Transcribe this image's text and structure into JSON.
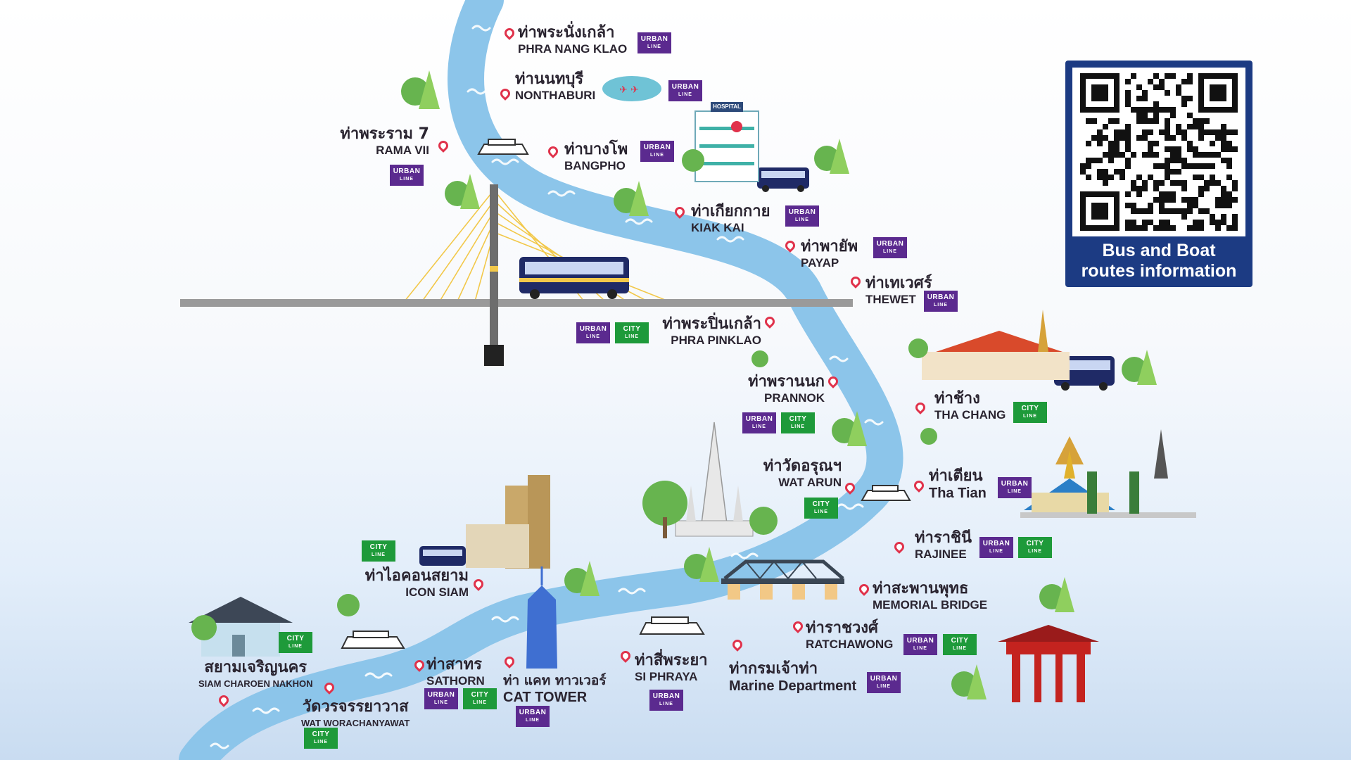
{
  "colors": {
    "river": "#8cc5ea",
    "urban_line": "#5b2a8f",
    "city_line": "#1e9a3a",
    "pin": "#e0324b",
    "qr_card": "#1c3b83",
    "road": "#9a9a9a"
  },
  "badges": {
    "urban": {
      "line1": "URBAN",
      "line2": "LINE"
    },
    "city": {
      "line1": "CITY",
      "line2": "LINE"
    }
  },
  "qr": {
    "caption_line1": "Bus and Boat",
    "caption_line2": "routes information"
  },
  "stops": {
    "phra_nang_klao": {
      "th": "ท่าพระนั่งเกล้า",
      "en": "PHRA NANG KLAO",
      "lines": [
        "urban"
      ]
    },
    "nonthaburi": {
      "th": "ท่านนทบุรี",
      "en": "NONTHABURI",
      "lines": [
        "urban"
      ]
    },
    "rama_vii": {
      "th": "ท่าพระราม 7",
      "en": "RAMA VII",
      "lines": [
        "urban"
      ]
    },
    "bangpho": {
      "th": "ท่าบางโพ",
      "en": "BANGPHO",
      "lines": [
        "urban"
      ]
    },
    "kiak_kai": {
      "th": "ท่าเกียกกาย",
      "en": "KIAK KAI",
      "lines": [
        "urban"
      ]
    },
    "payap": {
      "th": "ท่าพายัพ",
      "en": "PAYAP",
      "lines": [
        "urban"
      ]
    },
    "thewet": {
      "th": "ท่าเทเวศร์",
      "en": "THEWET",
      "lines": [
        "urban"
      ]
    },
    "phra_pinklao": {
      "th": "ท่าพระปิ่นเกล้า",
      "en": "PHRA PINKLAO",
      "lines": [
        "urban",
        "city"
      ]
    },
    "prannok": {
      "th": "ท่าพรานนก",
      "en": "PRANNOK",
      "lines": [
        "urban",
        "city"
      ]
    },
    "tha_chang": {
      "th": "ท่าช้าง",
      "en": "THA CHANG",
      "lines": [
        "city"
      ]
    },
    "wat_arun": {
      "th": "ท่าวัดอรุณฯ",
      "en": "WAT ARUN",
      "lines": [
        "city"
      ]
    },
    "tha_tian": {
      "th": "ท่าเตียน",
      "en": "Tha Tian",
      "lines": [
        "urban"
      ]
    },
    "rajinee": {
      "th": "ท่าราชินี",
      "en": "RAJINEE",
      "lines": [
        "urban",
        "city"
      ]
    },
    "memorial_bridge": {
      "th": "ท่าสะพานพุทธ",
      "en": "MEMORIAL BRIDGE",
      "lines": []
    },
    "ratchawong": {
      "th": "ท่าราชวงศ์",
      "en": "RATCHAWONG",
      "lines": [
        "urban",
        "city"
      ]
    },
    "marine_department": {
      "th": "ท่ากรมเจ้าท่า",
      "en": "Marine Department",
      "lines": [
        "urban"
      ]
    },
    "si_phraya": {
      "th": "ท่าสี่พระยา",
      "en": "SI PHRAYA",
      "lines": [
        "urban"
      ]
    },
    "cat_tower": {
      "th": "ท่า แคท ทาวเวอร์",
      "en": "CAT TOWER",
      "lines": [
        "urban"
      ]
    },
    "sathorn": {
      "th": "ท่าสาทร",
      "en": "SATHORN",
      "lines": [
        "urban",
        "city"
      ]
    },
    "icon_siam": {
      "th": "ท่าไอคอนสยาม",
      "en": "ICON SIAM",
      "lines": [
        "city"
      ]
    },
    "siam_charoen_nakhon": {
      "th": "สยามเจริญนคร",
      "en": "SIAM CHAROEN NAKHON",
      "lines": [
        "city"
      ]
    },
    "wat_worachanyawat": {
      "th": "วัดวรจรรยาวาส",
      "en": "WAT WORACHANYAWAT",
      "lines": [
        "city"
      ]
    }
  },
  "landmarks": {
    "hospital_sign": "HOSPITAL"
  }
}
